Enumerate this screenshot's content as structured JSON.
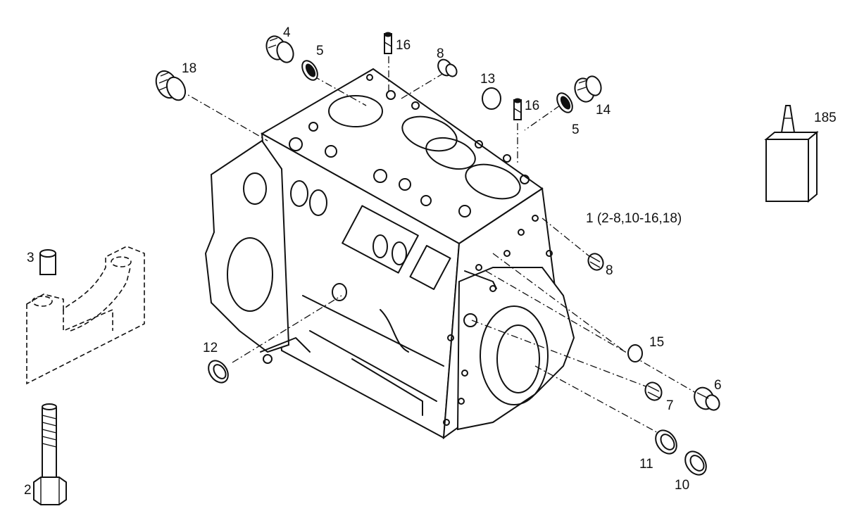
{
  "diagram": {
    "callouts": {
      "c1": "1 (2-8,10-16,18)",
      "c2": "2",
      "c3": "3",
      "c4": "4",
      "c5a": "5",
      "c5b": "5",
      "c6": "6",
      "c7": "7",
      "c8a": "8",
      "c8b": "8",
      "c10": "10",
      "c11": "11",
      "c12": "12",
      "c13": "13",
      "c14": "14",
      "c15": "15",
      "c16a": "16",
      "c16b": "16",
      "c18": "18",
      "c185": "185"
    },
    "colors": {
      "ink": "#111111",
      "paper": "#ffffff"
    }
  }
}
